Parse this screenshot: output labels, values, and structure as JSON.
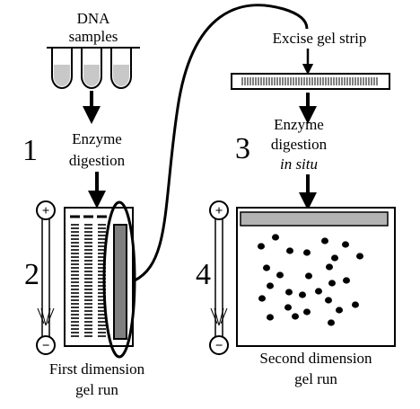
{
  "labels": {
    "dna_line1": "DNA",
    "dna_line2": "samples",
    "enzyme1_line1": "Enzyme",
    "enzyme1_line2": "digestion",
    "excise": "Excise gel strip",
    "enzyme2_line1": "Enzyme",
    "enzyme2_line2": "digestion",
    "enzyme2_line3": "in situ",
    "first_line1": "First dimension",
    "first_line2": "gel run",
    "second_line1": "Second dimension",
    "second_line2": "gel run"
  },
  "steps": [
    "1",
    "2",
    "3",
    "4"
  ],
  "electrode": {
    "plus": "+",
    "minus": "−"
  },
  "colors": {
    "tube_fill": "#c8c8c8",
    "highlight_lane": "#7f7f7f",
    "strip_fill": "#b3b3b3",
    "ink": "#000000"
  }
}
